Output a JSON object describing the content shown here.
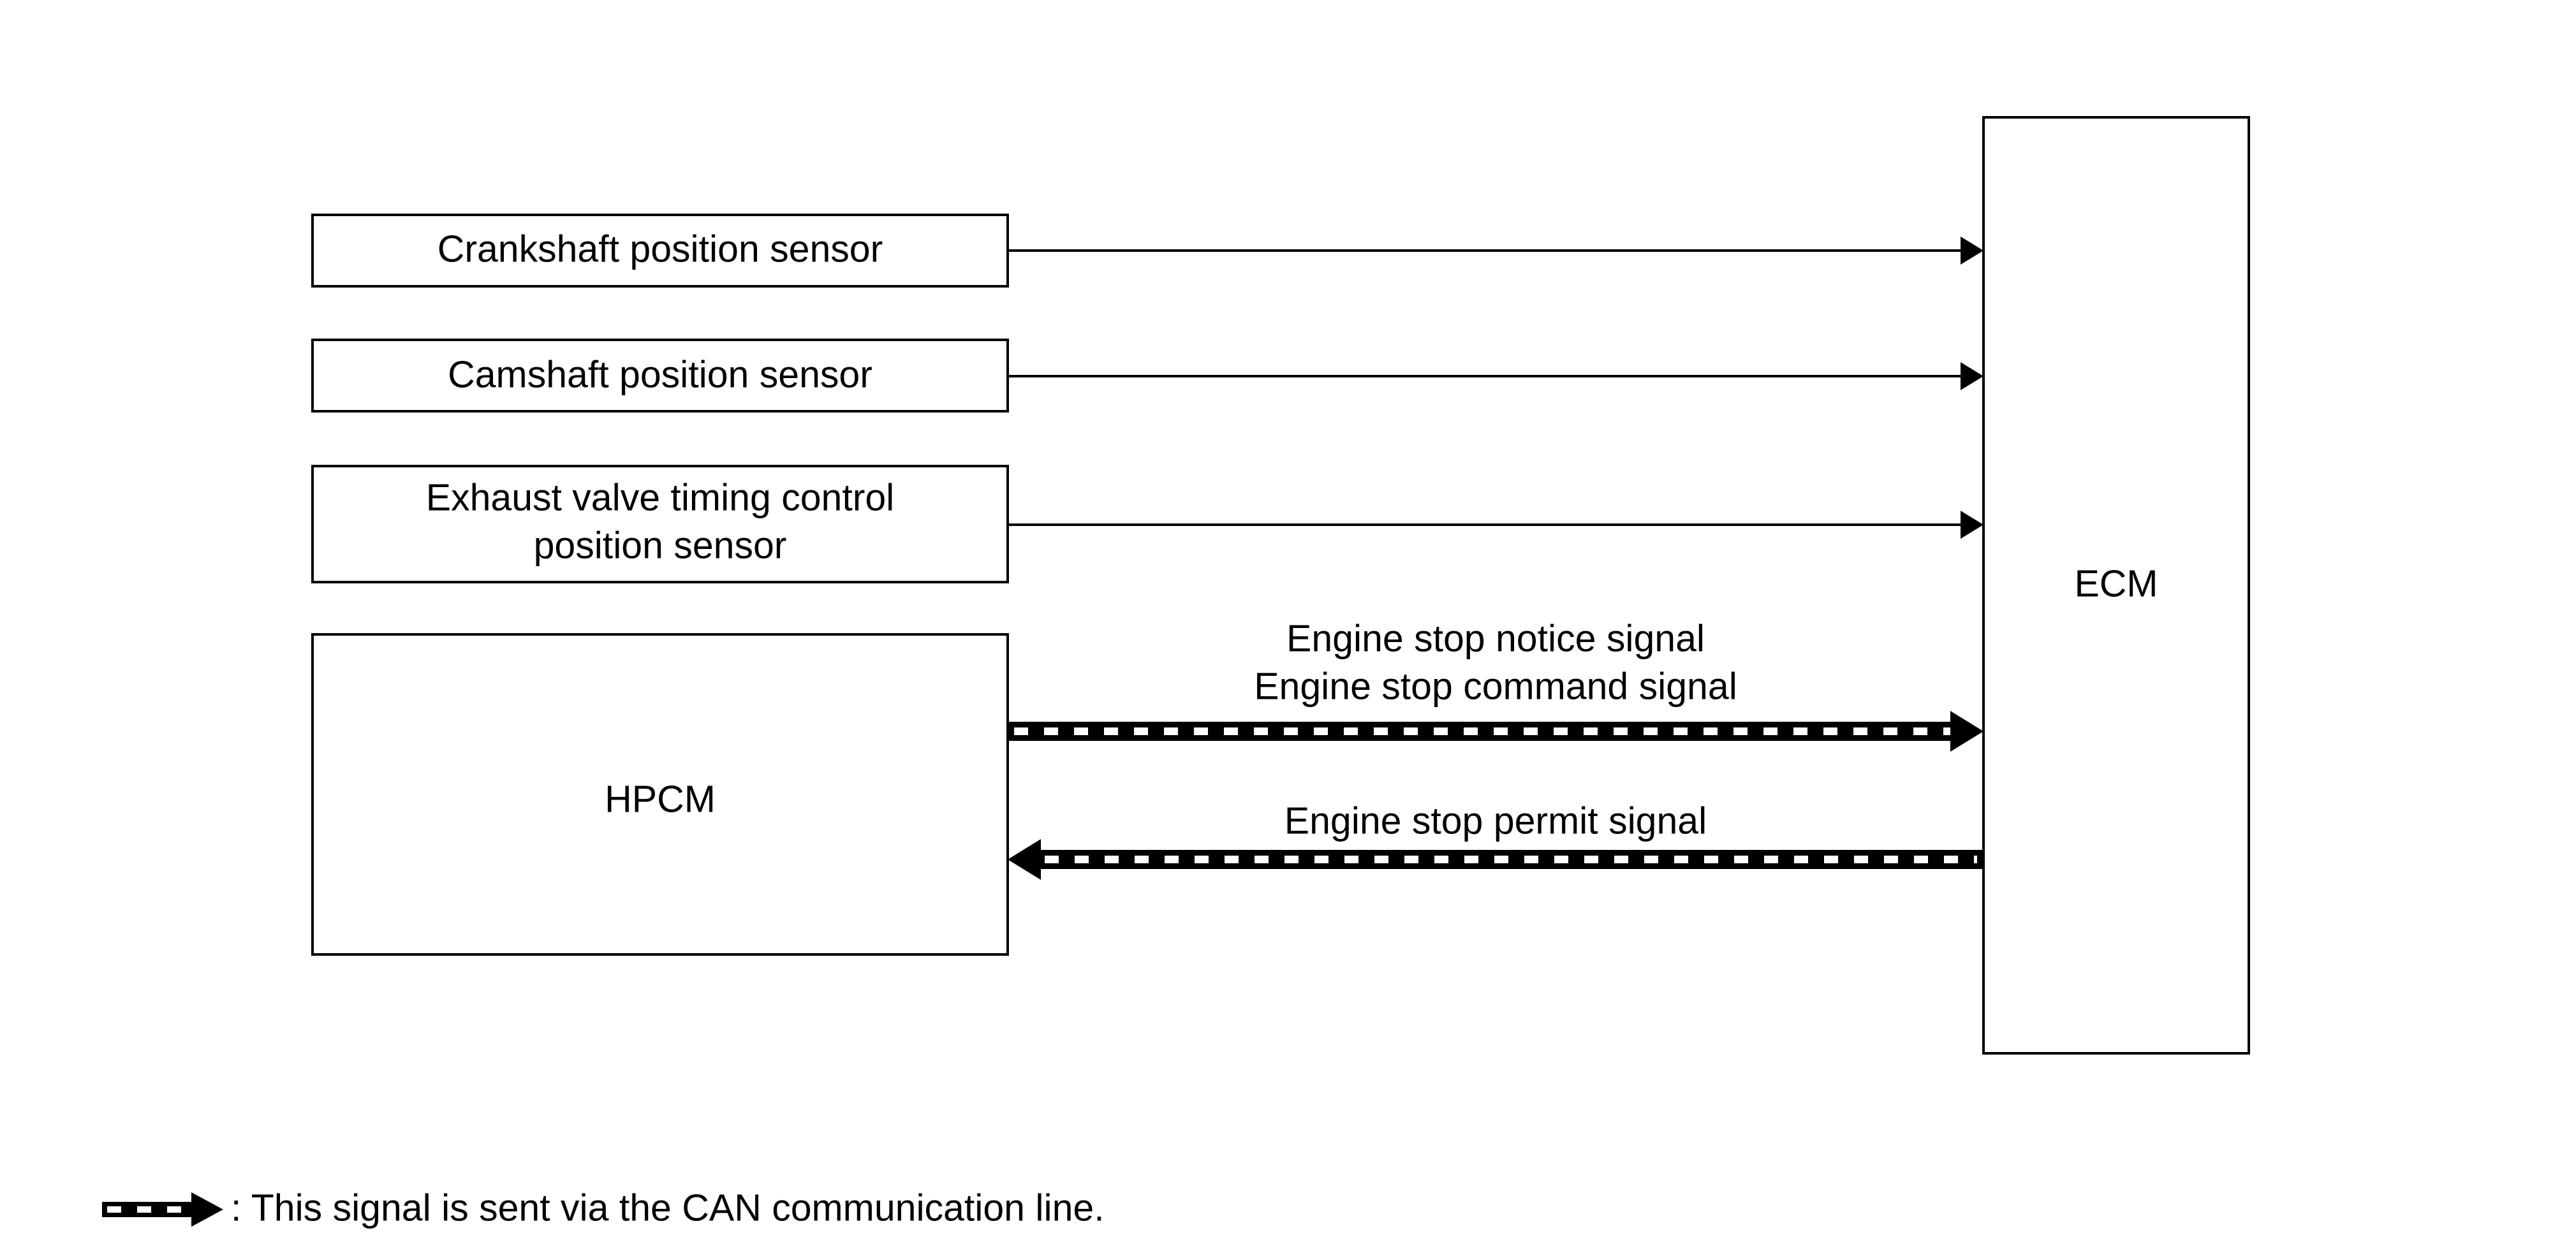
{
  "blocks": {
    "crankshaft": {
      "label": "Crankshaft position sensor"
    },
    "camshaft": {
      "label": "Camshaft position sensor"
    },
    "exhaust": {
      "line1": "Exhaust valve timing control",
      "line2": "position sensor"
    },
    "hpcm": {
      "label": "HPCM"
    },
    "ecm": {
      "label": "ECM"
    }
  },
  "signals": {
    "engine_stop_notice": "Engine stop notice signal",
    "engine_stop_command": "Engine stop command signal",
    "engine_stop_permit": "Engine stop permit signal"
  },
  "legend": {
    "text": ": This signal is sent via the CAN communication line."
  },
  "colors": {
    "line": "#000000",
    "background": "#ffffff"
  }
}
